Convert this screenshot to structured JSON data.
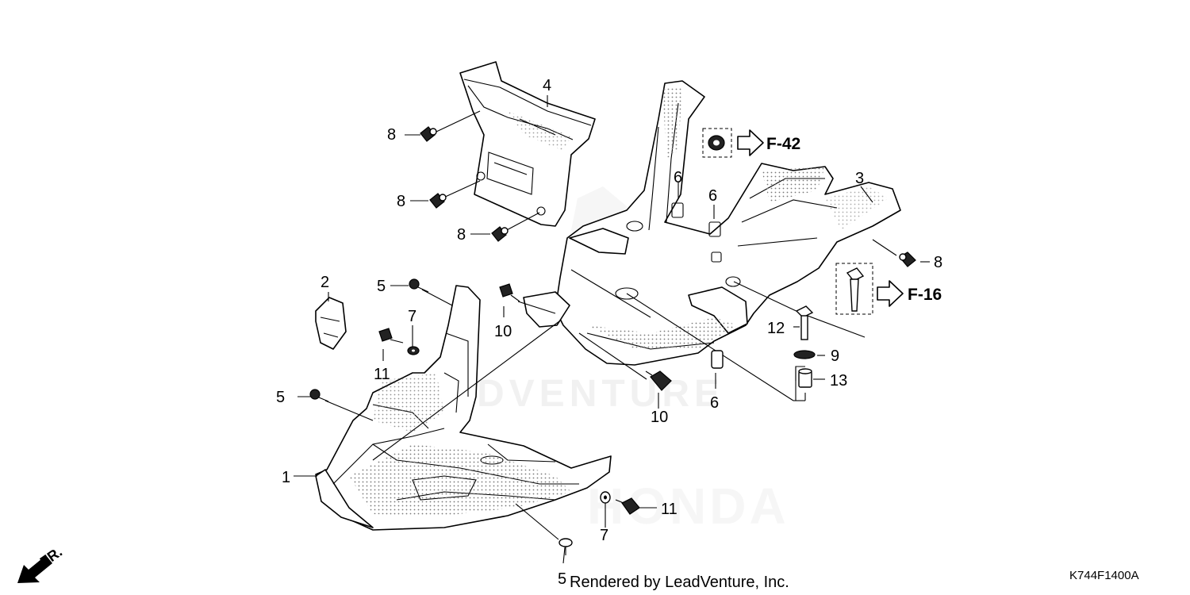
{
  "callouts": {
    "p1": "1",
    "p2": "2",
    "p3": "3",
    "p4": "4",
    "p5a": "5",
    "p5b": "5",
    "p5c": "5",
    "p6a": "6",
    "p6b": "6",
    "p6c": "6",
    "p7a": "7",
    "p7b": "7",
    "p8a": "8",
    "p8b": "8",
    "p8c": "8",
    "p8d": "8",
    "p9": "9",
    "p10a": "10",
    "p10b": "10",
    "p11a": "11",
    "p11b": "11",
    "p12": "12",
    "p13": "13"
  },
  "references": {
    "f42": "F-42",
    "f16": "F-16"
  },
  "direction_label": "FR.",
  "credit": "Rendered by LeadVenture, Inc.",
  "diagram_code": "K744F1400A",
  "watermark": {
    "text": "LEADVENTURE",
    "brand": "HONDA"
  }
}
